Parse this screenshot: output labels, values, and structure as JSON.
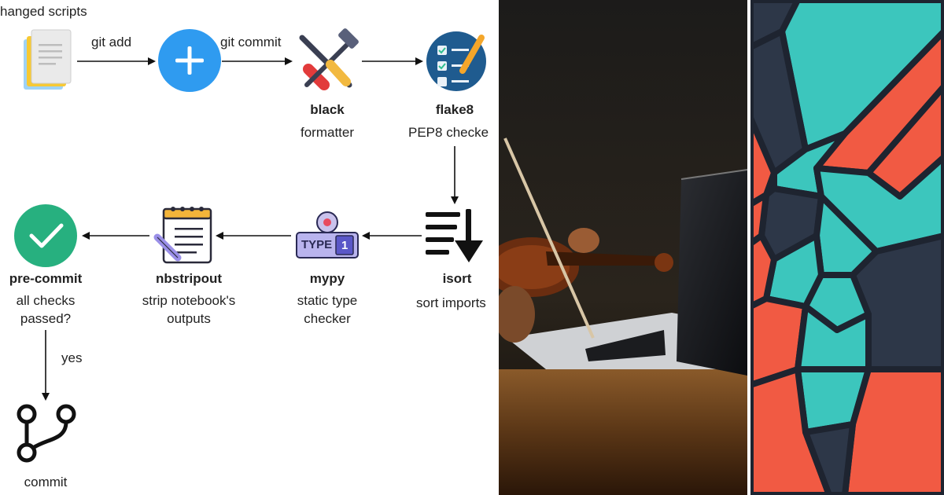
{
  "flow": {
    "source_label": "hanged scripts",
    "edge_git_add": "git add",
    "edge_git_commit": "git commit",
    "edge_yes": "yes",
    "black": {
      "name": "black",
      "desc": "formatter"
    },
    "flake8": {
      "name": "flake8",
      "desc": "PEP8 checke"
    },
    "isort": {
      "name": "isort",
      "desc": "sort imports"
    },
    "mypy": {
      "name": "mypy",
      "desc_line1": "static type",
      "desc_line2": "checker",
      "badge": "TYPE",
      "badge_num": "1"
    },
    "nbstripout": {
      "name": "nbstripout",
      "desc_line1": "strip notebook's",
      "desc_line2": "outputs"
    },
    "precommit": {
      "name": "pre-commit",
      "desc_line1": "all checks",
      "desc_line2": "passed?"
    },
    "commit": {
      "label": "commit"
    }
  },
  "colors": {
    "plus_blue": "#2f9bf0",
    "check_green": "#27b07f",
    "mosaic_teal": "#3cc6bd",
    "mosaic_red": "#f15a43",
    "mosaic_dark": "#2d3748"
  }
}
